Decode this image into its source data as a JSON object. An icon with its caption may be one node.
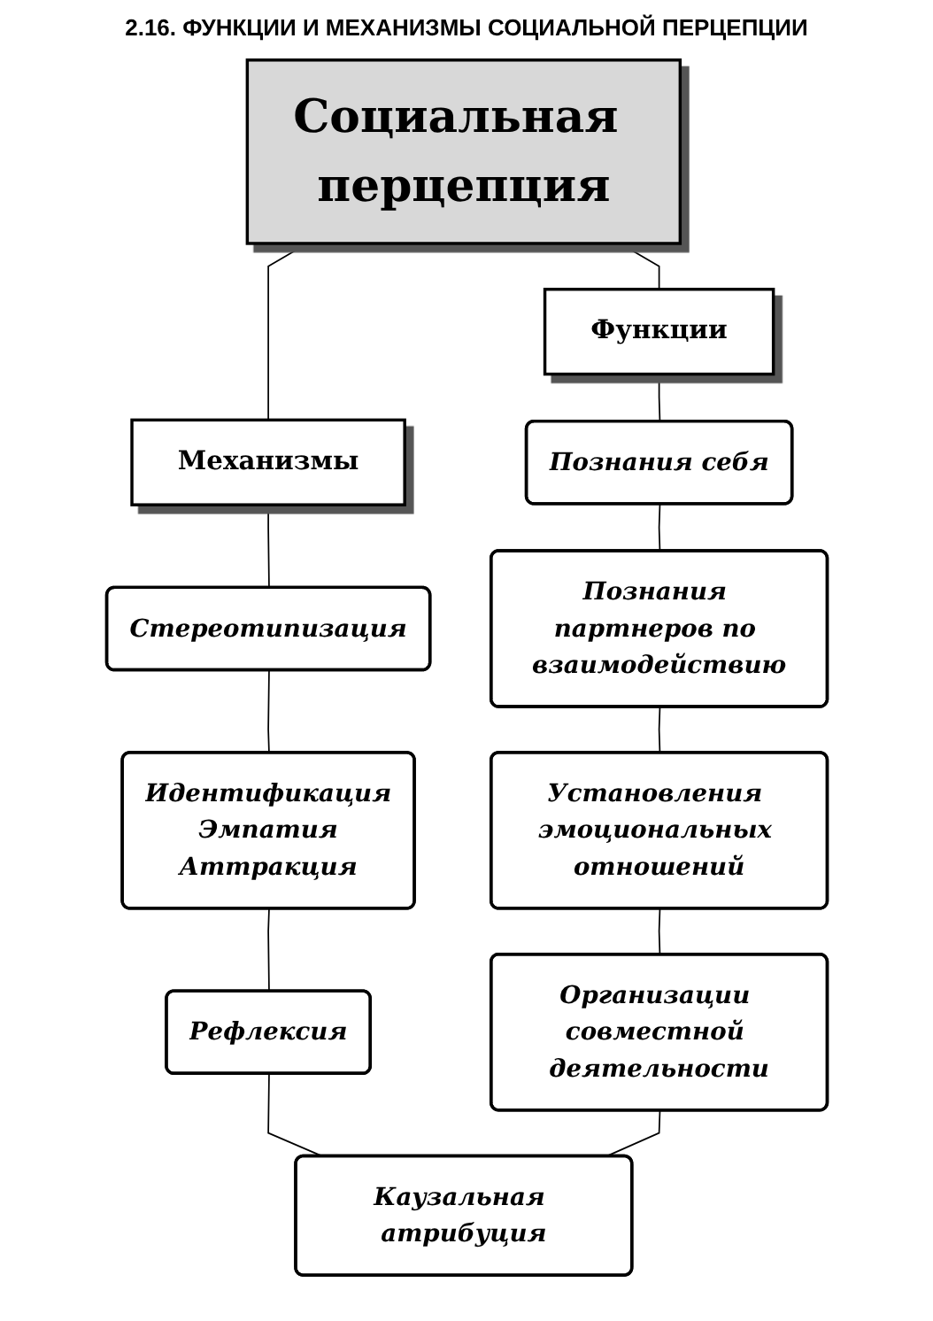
{
  "diagram": {
    "title": "2.16. ФУНКЦИИ И МЕХАНИЗМЫ СОЦИАЛЬНОЙ ПЕРЦЕПЦИИ",
    "nodes": [
      {
        "text": [
          "Социальная перцепция"
        ]
      },
      {
        "text": [
          "Функции"
        ]
      },
      {
        "text": [
          "Механизмы"
        ]
      },
      {
        "text": [
          "Познания себя"
        ]
      },
      {
        "text": [
          "Стереотипизация"
        ]
      },
      {
        "text": [
          "Познания партнеров по взаимодействию"
        ]
      },
      {
        "text": [
          "Идентификация",
          "Эмпатия",
          "Аттракция"
        ]
      },
      {
        "text": [
          "Установления эмоциональных отношений"
        ]
      },
      {
        "text": [
          "Рефлексия"
        ]
      },
      {
        "text": [
          "Организации совместной деятельности"
        ]
      },
      {
        "text": [
          "Каузальная атрибуция"
        ]
      }
    ],
    "edges": [
      {
        "from": 0,
        "to": 1,
        "arrow": "none"
      },
      {
        "from": 0,
        "to": 2,
        "arrow": "none"
      },
      {
        "from": 1,
        "to": 3,
        "arrow": "none"
      },
      {
        "from": 3,
        "to": 5,
        "arrow": "none"
      },
      {
        "from": 5,
        "to": 7,
        "arrow": "none"
      },
      {
        "from": 7,
        "to": 9,
        "arrow": "none"
      },
      {
        "from": 2,
        "to": 4,
        "arrow": "none"
      },
      {
        "from": 4,
        "to": 6,
        "arrow": "none"
      },
      {
        "from": 6,
        "to": 8,
        "arrow": "none"
      },
      {
        "from": 8,
        "to": 10,
        "arrow": "none"
      },
      {
        "from": 9,
        "to": 10,
        "arrow": "none"
      }
    ]
  }
}
